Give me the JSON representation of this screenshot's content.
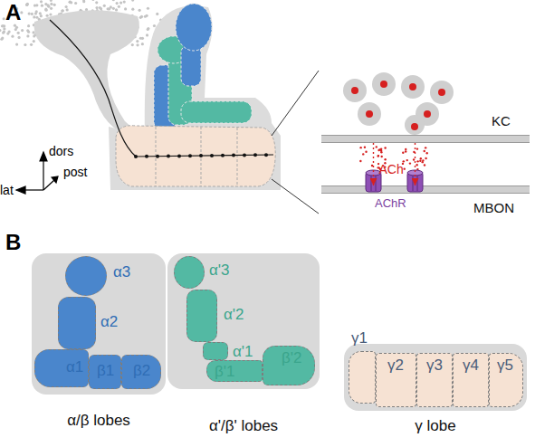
{
  "diagram": {
    "nodes": [
      {
        "text": [
          "KC"
        ]
      },
      {
        "text": [
          "MBON"
        ]
      },
      {
        "text": [
          "α/β lobes"
        ]
      },
      {
        "text": [
          "α3"
        ],
        "in": 2
      },
      {
        "text": [
          "α2"
        ],
        "in": 2
      },
      {
        "text": [
          "α1"
        ],
        "in": 2
      },
      {
        "text": [
          "β1"
        ],
        "in": 2
      },
      {
        "text": [
          "β2"
        ],
        "in": 2
      },
      {
        "text": [
          "α'/β' lobes"
        ]
      },
      {
        "text": [
          "α'3"
        ],
        "in": 8
      },
      {
        "text": [
          "α'2"
        ],
        "in": 8
      },
      {
        "text": [
          "α'1"
        ],
        "in": 8
      },
      {
        "text": [
          "β'1"
        ],
        "in": 8
      },
      {
        "text": [
          "β'2"
        ],
        "in": 8
      },
      {
        "text": [
          "γ lobe"
        ]
      },
      {
        "text": [
          "γ1"
        ],
        "in": 14
      },
      {
        "text": [
          "γ2"
        ],
        "in": 14
      },
      {
        "text": [
          "γ3"
        ],
        "in": 14
      },
      {
        "text": [
          "γ4"
        ],
        "in": 14
      },
      {
        "text": [
          "γ5"
        ],
        "in": 14
      }
    ],
    "edges": [
      {
        "from": 0,
        "to": 1,
        "arrow": "to",
        "label": "ACh"
      },
      {
        "from": 0,
        "to": 1,
        "arrow": "to"
      }
    ],
    "labels": [
      "A",
      "dors",
      "lat",
      "post",
      "AChR",
      "B"
    ]
  }
}
